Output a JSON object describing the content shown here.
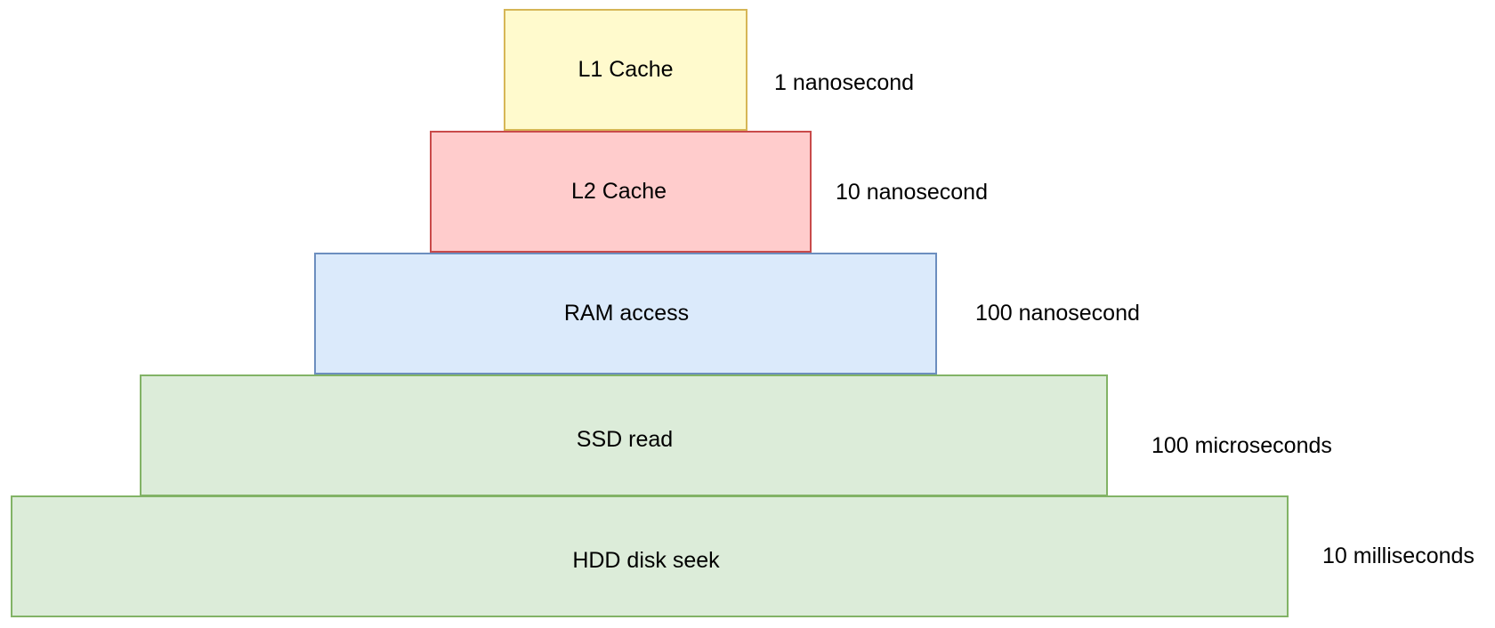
{
  "pyramid": {
    "tiers": [
      {
        "label": "L1 Cache",
        "latency": "1 nanosecond",
        "fill": "#fffacd",
        "stroke": "#d6b656"
      },
      {
        "label": "L2 Cache",
        "latency": "10 nanosecond",
        "fill": "#ffcccc",
        "stroke": "#c94a4a"
      },
      {
        "label": "RAM access",
        "latency": "100 nanosecond",
        "fill": "#dbeafb",
        "stroke": "#6c8ebf"
      },
      {
        "label": "SSD read",
        "latency": "100 microseconds",
        "fill": "#dcecd9",
        "stroke": "#82b366"
      },
      {
        "label": "HDD disk seek",
        "latency": "10 milliseconds",
        "fill": "#dcecd9",
        "stroke": "#82b366"
      }
    ]
  }
}
